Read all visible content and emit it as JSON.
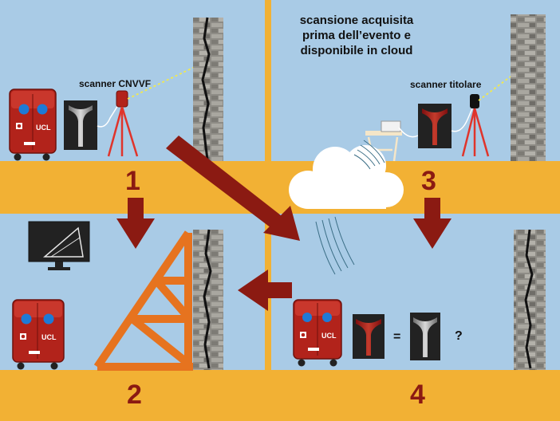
{
  "labels": {
    "scanner_cnvvf": "scanner CNVVF",
    "scanner_owner": "scanner titolare",
    "cloud_caption_1": "scansione acquisita",
    "cloud_caption_2": "prima dell’evento e",
    "cloud_caption_3": "disponibile in cloud",
    "equals": "=",
    "question": "?"
  },
  "truck": {
    "text": "UCL"
  },
  "steps": {
    "one": "1",
    "two": "2",
    "three": "3",
    "four": "4"
  },
  "colors": {
    "sky": "#a9cbe6",
    "ground": "#f2b134",
    "truck": "#b2231b",
    "arrow": "#8b1a12",
    "shoring": "#e6731f",
    "tripod": "#e0342b"
  }
}
